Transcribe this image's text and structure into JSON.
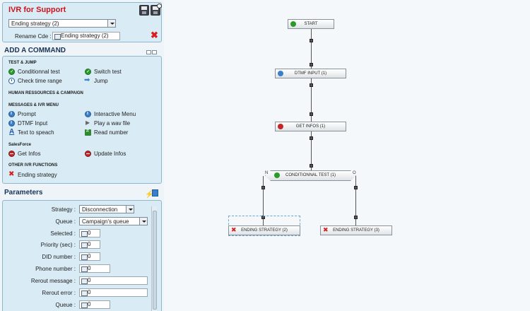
{
  "app": {
    "title": "IVR for Support",
    "selected_ivr": "Ending strategy (2)",
    "rename_label": "Rename Cde :",
    "rename_value": "Ending strategy (2)"
  },
  "commands": {
    "title": "ADD A COMMAND",
    "categories": {
      "test_jump": "TEST & JUMP",
      "hr_campaign": "HUMAN RESSOURCES & CAMPAIGN",
      "messages": "MESSAGES & IVR MENU",
      "salesforce": "SalesForce",
      "other": "OTHER IVR FUNCTIONS"
    },
    "items": {
      "conditional_test": "Conditionnal test",
      "switch_test": "Switch test",
      "check_time_range": "Check time range",
      "jump": "Jump",
      "prompt": "Prompt",
      "interactive_menu": "Interactive Menu",
      "dtmf_input": "DTMF Input",
      "play_wav": "Play a wav file",
      "text_to_speech": "Text to speach",
      "read_number": "Read number",
      "get_infos": "Get Infos",
      "update_infos": "Update Infos",
      "ending_strategy": "Ending strategy"
    }
  },
  "parameters": {
    "title": "Parameters",
    "strategy": {
      "label": "Strategy :",
      "value": "Disconnection"
    },
    "queue": {
      "label": "Queue :",
      "value": "Campaign's queue"
    },
    "selected": {
      "label": "Selected :",
      "value": "0"
    },
    "priority": {
      "label": "Priority (sec) :",
      "value": "0"
    },
    "did": {
      "label": "DID number :",
      "value": "0"
    },
    "phone": {
      "label": "Phone number :",
      "value": "0"
    },
    "rerout_message": {
      "label": "Rerout message :",
      "value": "0"
    },
    "rerout_error": {
      "label": "Rerout error :",
      "value": "0"
    },
    "queue2": {
      "label": "Queue :",
      "value": "0"
    }
  },
  "flow": {
    "start": "START",
    "dtmf": "DTMF INPUT (1)",
    "get_infos": "GET INFOS (1)",
    "conditional": "CONDITIONNAL TEST (1)",
    "cond_no": "N",
    "cond_yes": "O",
    "ending2": "ENDING STRATEGY (2)",
    "ending3": "ENDING STRATEGY (3)"
  }
}
